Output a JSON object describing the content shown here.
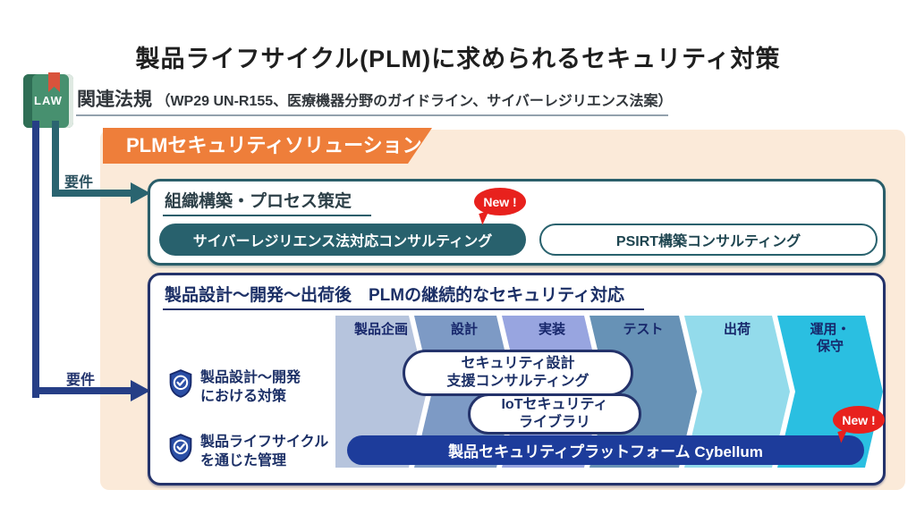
{
  "page": {
    "title": "製品ライフサイクル(PLM)に求められるセキュリティ対策"
  },
  "law": {
    "book_label": "LAW",
    "heading": "関連法規",
    "detail": "（WP29 UN-R155、医療機器分野のガイドライン、サイバーレジリエンス法案）"
  },
  "banner": {
    "label": "PLMセキュリティソリューション"
  },
  "connectors": {
    "req1": "要件",
    "req2": "要件"
  },
  "section_org": {
    "title": "組織構築・プロセス策定",
    "new_badge": "New !",
    "pill_filled": "サイバーレジリエンス法対応コンサルティング",
    "pill_outline": "PSIRT構築コンサルティング"
  },
  "section_plm": {
    "title": "製品設計～開発～出荷後　PLMの継続的なセキュリティ対応",
    "side_items": [
      {
        "line1": "製品設計～開発",
        "line2": "における対策"
      },
      {
        "line1": "製品ライフサイクル",
        "line2": "を通じた管理"
      }
    ],
    "steps": [
      {
        "line1": "製品企画",
        "line2": "",
        "color": "#b6c4dd"
      },
      {
        "line1": "設計",
        "line2": "",
        "color": "#7d9ac5"
      },
      {
        "line1": "実装",
        "line2": "",
        "color": "#98a5e0"
      },
      {
        "line1": "テスト",
        "line2": "",
        "color": "#6792b6"
      },
      {
        "line1": "出荷",
        "line2": "",
        "color": "#93dbeb"
      },
      {
        "line1": "運用・",
        "line2": "保守",
        "color": "#2abfe1"
      }
    ],
    "overlay_pills": [
      {
        "line1": "セキュリティ設計",
        "line2": "支援コンサルティング"
      },
      {
        "line1": "IoTセキュリティ",
        "line2": "ライブラリ"
      }
    ],
    "platform_bar": "製品セキュリティプラットフォーム Cybellum",
    "new_badge": "New !"
  },
  "colors": {
    "banner_orange": "#ee7e3a",
    "panel_peach": "#fbead9",
    "teal": "#2a6470",
    "navy": "#24336b",
    "platform_blue": "#1d3c9b",
    "new_red": "#e8211d",
    "book_green": "#47906f",
    "ribbon_red": "#d9533c"
  }
}
